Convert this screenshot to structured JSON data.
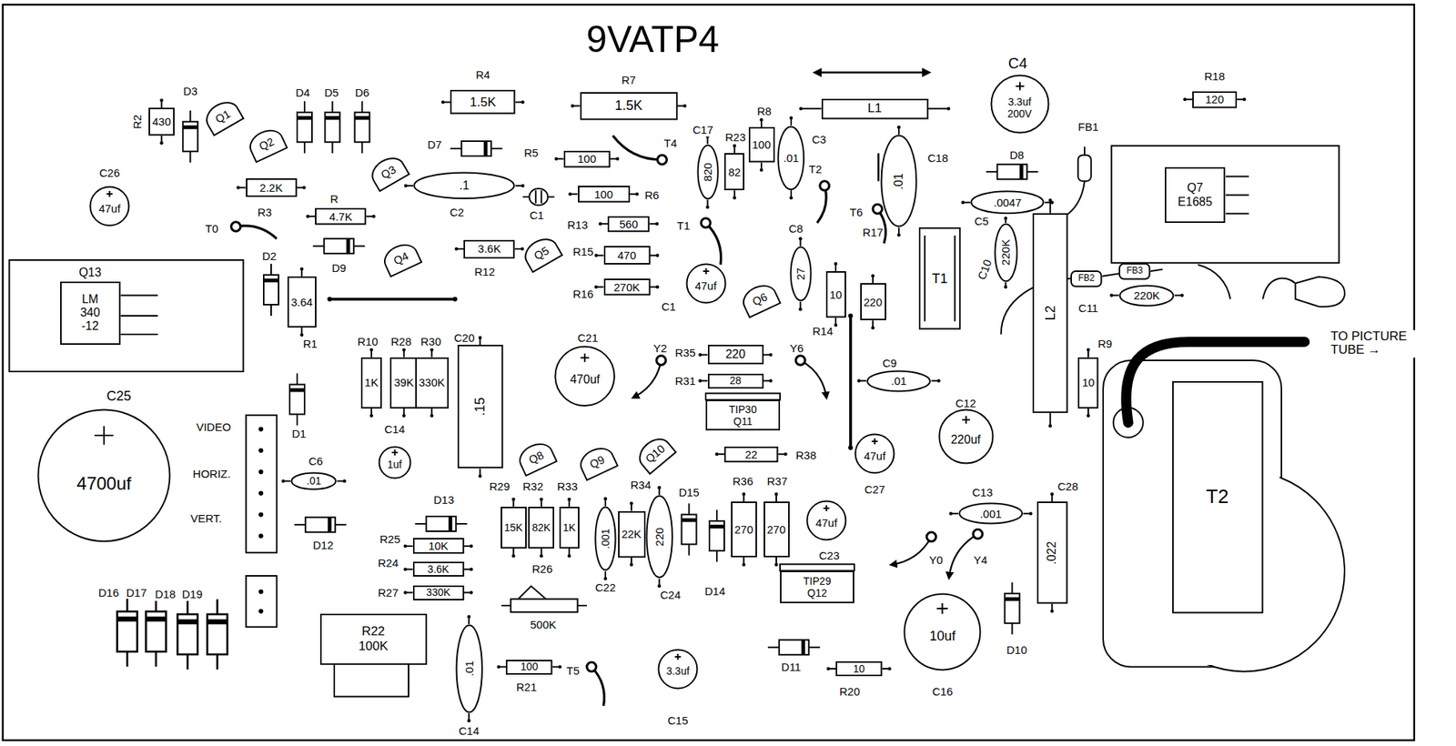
{
  "diagram": {
    "title": "9VATP4",
    "nodes": [
      {
        "text": [
          "430"
        ]
      },
      {
        "text": [
          "Q1"
        ]
      },
      {
        "text": [
          "Q2"
        ]
      },
      {
        "text": [
          "1.5K"
        ]
      },
      {
        "text": [
          "1.5K"
        ]
      },
      {
        "text": [
          "L1"
        ]
      },
      {
        "text": [
          "3.3uf",
          "200V"
        ]
      },
      {
        "text": [
          "120"
        ]
      },
      {
        "text": [
          "47uf"
        ]
      },
      {
        "text": [
          "2.2K"
        ]
      },
      {
        "text": [
          "Q3"
        ]
      },
      {
        "text": [
          "100"
        ]
      },
      {
        "text": [
          "820"
        ]
      },
      {
        "text": [
          "82"
        ]
      },
      {
        "text": [
          "100"
        ]
      },
      {
        "text": [
          ".01"
        ]
      },
      {
        "text": [
          ".01"
        ]
      },
      {
        "text": [
          ".0047"
        ]
      },
      {
        "text": [
          "Q7",
          "E1685"
        ]
      },
      {
        "text": [
          ".1"
        ]
      },
      {
        "text": [
          "100"
        ]
      },
      {
        "text": [
          "560"
        ]
      },
      {
        "text": [
          "4.7K"
        ]
      },
      {
        "text": [
          "Q4"
        ]
      },
      {
        "text": [
          "3.6K"
        ]
      },
      {
        "text": [
          "Q5"
        ]
      },
      {
        "text": [
          "470"
        ]
      },
      {
        "text": [
          "270K"
        ]
      },
      {
        "text": [
          "47uf"
        ]
      },
      {
        "text": [
          "Q6"
        ]
      },
      {
        "text": [
          "27"
        ]
      },
      {
        "text": [
          "10"
        ]
      },
      {
        "text": [
          "220"
        ]
      },
      {
        "text": [
          "T1"
        ]
      },
      {
        "text": [
          "220K"
        ]
      },
      {
        "text": [
          "L2"
        ]
      },
      {
        "text": [
          "FB2"
        ]
      },
      {
        "text": [
          "FB3"
        ]
      },
      {
        "text": [
          "220K"
        ]
      },
      {
        "text": [
          "Q13",
          "LM 340 -12"
        ]
      },
      {
        "text": [
          "3.64"
        ]
      },
      {
        "text": [
          "1K"
        ]
      },
      {
        "text": [
          "39K"
        ]
      },
      {
        "text": [
          "330K"
        ]
      },
      {
        "text": [
          ".15"
        ]
      },
      {
        "text": [
          "470uf"
        ]
      },
      {
        "text": [
          "220"
        ]
      },
      {
        "text": [
          "28"
        ]
      },
      {
        "text": [
          ".01"
        ]
      },
      {
        "text": [
          "TIP30",
          "Q11"
        ]
      },
      {
        "text": [
          "22"
        ]
      },
      {
        "text": [
          "47uf"
        ]
      },
      {
        "text": [
          "220uf"
        ]
      },
      {
        "text": [
          "10"
        ]
      },
      {
        "text": [
          "T2"
        ]
      },
      {
        "text": [
          "4700uf"
        ]
      },
      {
        "text": [
          ".01"
        ]
      },
      {
        "text": [
          "1uf"
        ]
      },
      {
        "text": [
          "Q8"
        ]
      },
      {
        "text": [
          "Q9"
        ]
      },
      {
        "text": [
          "Q10"
        ]
      },
      {
        "text": [
          "10K"
        ]
      },
      {
        "text": [
          "3.6K"
        ]
      },
      {
        "text": [
          "330K"
        ]
      },
      {
        "text": [
          "15K"
        ]
      },
      {
        "text": [
          "82K"
        ]
      },
      {
        "text": [
          "1K"
        ]
      },
      {
        "text": [
          ".001"
        ]
      },
      {
        "text": [
          "22K"
        ]
      },
      {
        "text": [
          "220"
        ]
      },
      {
        "text": [
          "270"
        ]
      },
      {
        "text": [
          "270"
        ]
      },
      {
        "text": [
          "47uf"
        ]
      },
      {
        "text": [
          "TIP29",
          "Q12"
        ]
      },
      {
        "text": [
          ".001"
        ]
      },
      {
        "text": [
          ".022"
        ]
      },
      {
        "text": [
          "10uf"
        ]
      },
      {
        "text": [
          "R22",
          "100K"
        ]
      },
      {
        "text": [
          ".01"
        ]
      },
      {
        "text": [
          "100"
        ]
      },
      {
        "text": [
          "3.3uf"
        ]
      },
      {
        "text": [
          "10"
        ]
      }
    ],
    "edges": [
      {
        "from": 36,
        "to": 37,
        "arrow": "none"
      }
    ],
    "labels": [
      "R2",
      "D3",
      "D4",
      "D5",
      "D6",
      "R4",
      "R7",
      "C4",
      "R18",
      "FB1",
      "C26",
      "R3",
      "T0",
      "R",
      "D7",
      "D9",
      "C2",
      "C1",
      "R12",
      "R5",
      "T4",
      "R6",
      "R13",
      "T1",
      "R15",
      "R16",
      "C1",
      "C17",
      "R23",
      "R8",
      "C3",
      "T2",
      "C18",
      "D8",
      "C5",
      "T6",
      "C8",
      "R14",
      "R17",
      "C10",
      "C11",
      "D2",
      "R1",
      "R10",
      "R28",
      "R30",
      "C20",
      "C21",
      "Y2",
      "R35",
      "R31",
      "Y6",
      "C9",
      "R9",
      "C12",
      "R38",
      "C27",
      "TO PICTURE TUBE →",
      "C25",
      "VIDEO",
      "HORIZ.",
      "VERT.",
      "C6",
      "C14",
      "D1",
      "D12",
      "D13",
      "R25",
      "R24",
      "R27",
      "R29",
      "R32",
      "R33",
      "R34",
      "D15",
      "R36",
      "R37",
      "C22",
      "C24",
      "D14",
      "C23",
      "C13",
      "C28",
      "Y0",
      "Y4",
      "D10",
      "C16",
      "D16",
      "D17",
      "D18",
      "D19",
      "R26",
      "500K",
      "T5",
      "R21",
      "C14",
      "C15",
      "D11",
      "R20"
    ]
  }
}
